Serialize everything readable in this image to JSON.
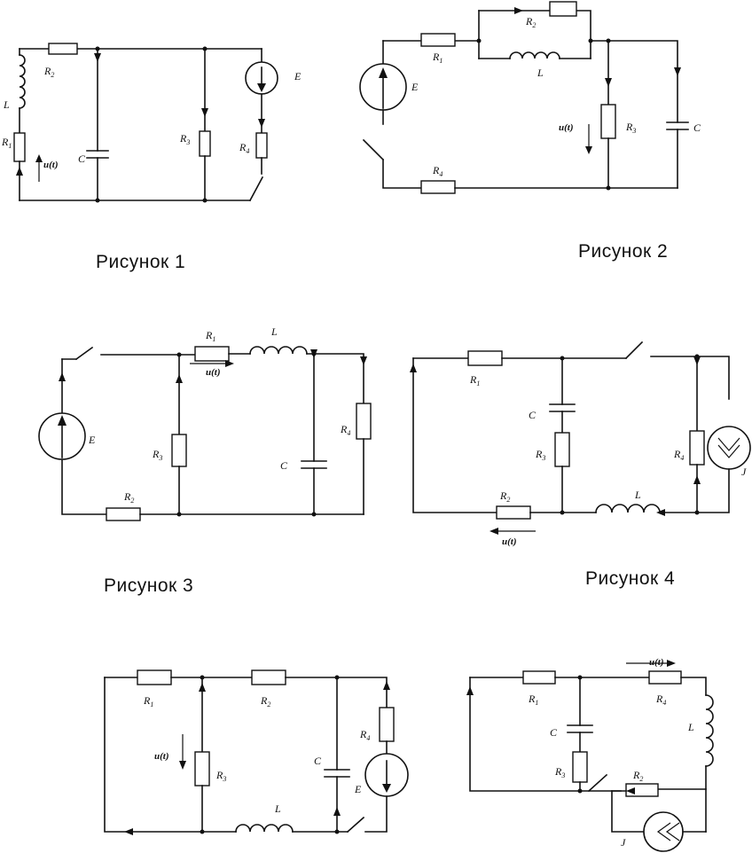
{
  "figures": [
    {
      "caption": "Рисунок 1",
      "labels": {
        "R1": "R",
        "R1_sub": "1",
        "R2": "R",
        "R2_sub": "2",
        "R3": "R",
        "R3_sub": "3",
        "R4": "R",
        "R4_sub": "4",
        "L": "L",
        "C": "C",
        "E": "E",
        "u": "u(t)"
      }
    },
    {
      "caption": "Рисунок 2",
      "labels": {
        "R1": "R",
        "R1_sub": "1",
        "R2": "R",
        "R2_sub": "2",
        "R3": "R",
        "R3_sub": "3",
        "R4": "R",
        "R4_sub": "4",
        "L": "L",
        "C": "C",
        "E": "E",
        "u": "u(t)"
      }
    },
    {
      "caption": "Рисунок 3",
      "labels": {
        "R1": "R",
        "R1_sub": "1",
        "R2": "R",
        "R2_sub": "2",
        "R3": "R",
        "R3_sub": "3",
        "R4": "R",
        "R4_sub": "4",
        "L": "L",
        "C": "C",
        "E": "E",
        "u": "u(t)"
      }
    },
    {
      "caption": "Рисунок 4",
      "labels": {
        "R1": "R",
        "R1_sub": "1",
        "R2": "R",
        "R2_sub": "2",
        "R3": "R",
        "R3_sub": "3",
        "R4": "R",
        "R4_sub": "4",
        "L": "L",
        "C": "C",
        "J": "J",
        "u": "u(t)"
      }
    },
    {
      "caption": "",
      "labels": {
        "R1": "R",
        "R1_sub": "1",
        "R2": "R",
        "R2_sub": "2",
        "R3": "R",
        "R3_sub": "3",
        "R4": "R",
        "R4_sub": "4",
        "L": "L",
        "C": "C",
        "E": "E",
        "u": "u(t)"
      }
    },
    {
      "caption": "",
      "labels": {
        "R1": "R",
        "R1_sub": "1",
        "R2": "R",
        "R2_sub": "2",
        "R3": "R",
        "R3_sub": "3",
        "R4": "R",
        "R4_sub": "4",
        "L": "L",
        "C": "C",
        "J": "J",
        "u": "u(t)"
      }
    }
  ]
}
